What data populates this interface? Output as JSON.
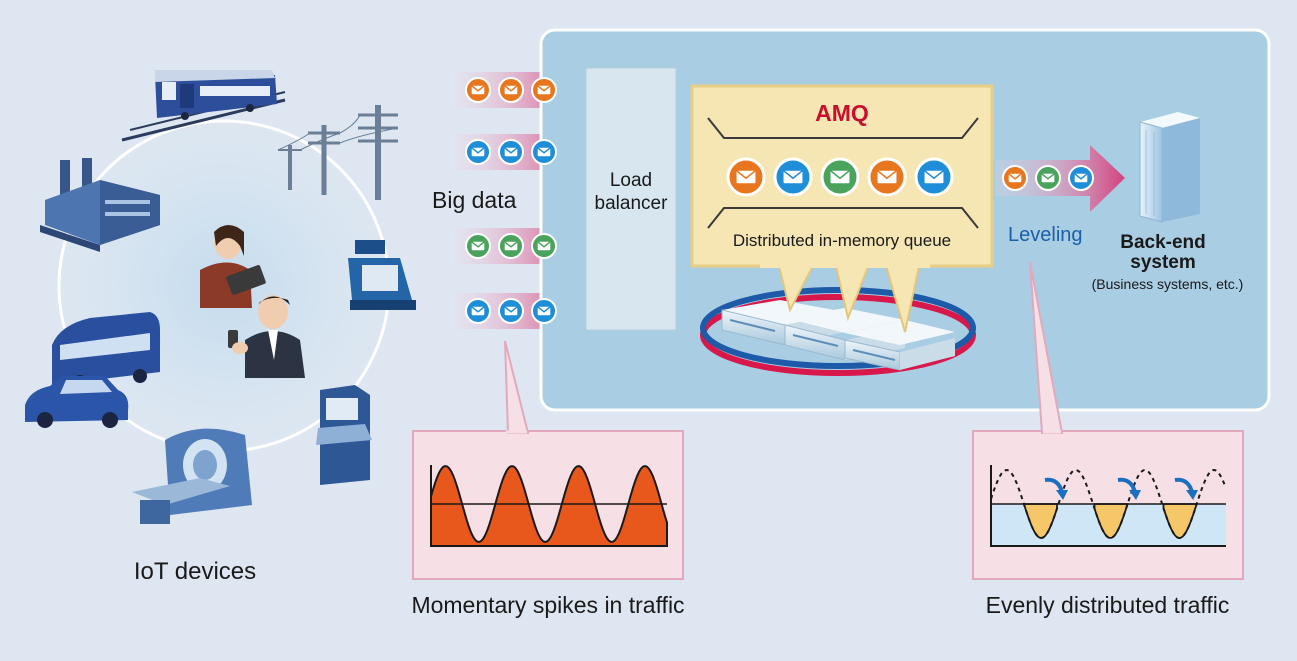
{
  "labels": {
    "big_data": "Big data",
    "load_balancer_line1": "Load",
    "load_balancer_line2": "balancer",
    "amq": "AMQ",
    "queue": "Distributed in-memory queue",
    "leveling": "Leveling",
    "backend_line1": "Back-end",
    "backend_line2": "system",
    "backend_sub": "(Business systems, etc.)",
    "iot_devices": "IoT devices",
    "spikes_caption": "Momentary spikes in traffic",
    "even_caption": "Evenly distributed traffic"
  },
  "colors": {
    "background": "#dde6f1",
    "system_panel": "#a9cde3",
    "queue_box": "#f6e6b4",
    "amq_red": "#c8102e",
    "leveling_blue": "#1b5fa8",
    "callout_pink": "#f7dfe6",
    "spike_orange": "#e8581c",
    "even_yellow": "#f6c768",
    "msg_orange": "#e8761e",
    "msg_blue": "#1e8ed8",
    "msg_green": "#4aa35c"
  },
  "flows": {
    "input_rows": [
      [
        "orange",
        "orange",
        "orange"
      ],
      [
        "blue",
        "blue",
        "blue"
      ],
      [
        "green",
        "green",
        "green"
      ],
      [
        "blue",
        "blue",
        "blue"
      ]
    ],
    "queue_messages": [
      "orange",
      "blue",
      "green",
      "orange",
      "blue"
    ],
    "output_messages": [
      "orange",
      "green",
      "blue"
    ]
  },
  "icons": [
    "train-icon",
    "power-pole-icon",
    "factory-icon",
    "cash-register-icon",
    "woman-tablet-icon",
    "man-phone-icon",
    "bus-icon",
    "car-icon",
    "mri-scanner-icon",
    "atm-icon",
    "server-tower-icon",
    "server-rack-icon",
    "envelope-icon"
  ]
}
